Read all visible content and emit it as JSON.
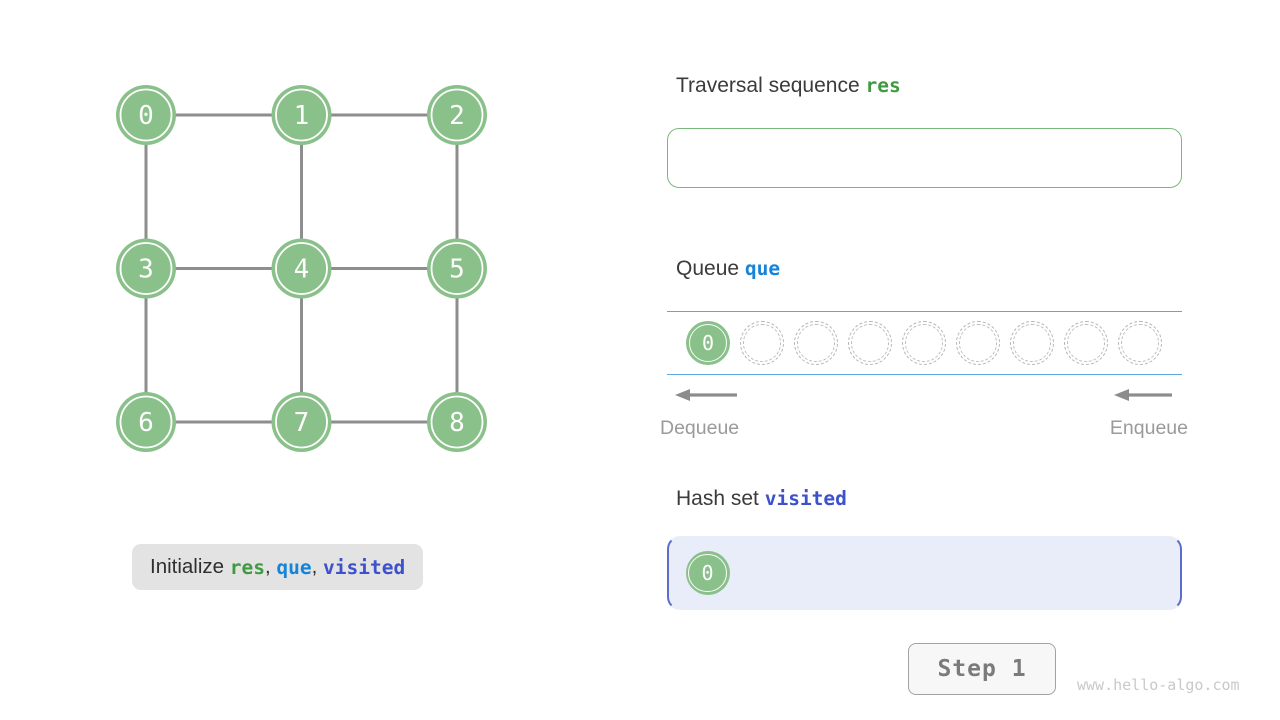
{
  "colors": {
    "node_green": "#8ac08a",
    "edge_gray": "#8e8e8e",
    "res_green": "#3f9a42",
    "res_box_border": "#7cb87c",
    "que_blue": "#1684d8",
    "queue_line_blue": "#5ba7e3",
    "visited_indigo": "#3d51cb",
    "set_box_bg": "#e9edf9",
    "set_box_border": "#5b6ec9",
    "caption_bg": "#e3e3e3",
    "arrow_gray": "#8c8c8c"
  },
  "graph": {
    "cols": 3,
    "nodes": [
      "0",
      "1",
      "2",
      "3",
      "4",
      "5",
      "6",
      "7",
      "8"
    ],
    "edges": [
      [
        0,
        1
      ],
      [
        1,
        2
      ],
      [
        3,
        4
      ],
      [
        4,
        5
      ],
      [
        6,
        7
      ],
      [
        7,
        8
      ],
      [
        0,
        3
      ],
      [
        3,
        6
      ],
      [
        1,
        4
      ],
      [
        4,
        7
      ],
      [
        2,
        5
      ],
      [
        5,
        8
      ]
    ]
  },
  "caption": {
    "prefix": "Initialize ",
    "vars": [
      "res",
      "que",
      "visited"
    ],
    "separator": ", "
  },
  "res_panel": {
    "title": "Traversal sequence ",
    "var": "res",
    "values": []
  },
  "queue_panel": {
    "title": "Queue ",
    "var": "que",
    "capacity": 9,
    "values": [
      "0"
    ],
    "dequeue_label": "Dequeue",
    "enqueue_label": "Enqueue"
  },
  "visited_panel": {
    "title": "Hash set ",
    "var": "visited",
    "values": [
      "0"
    ]
  },
  "footer": {
    "step_label": "Step 1",
    "watermark": "www.hello-algo.com"
  }
}
